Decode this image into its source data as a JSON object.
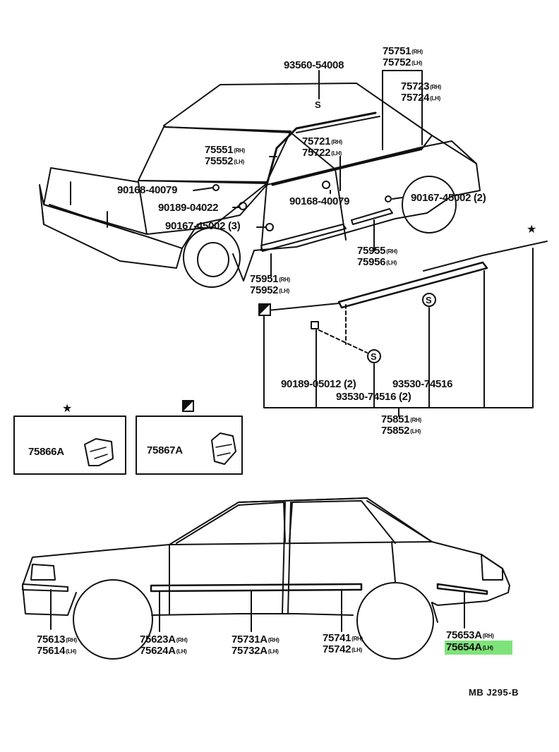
{
  "labels": {
    "l_9356054008": "93560-54008",
    "l_75751": "75751",
    "l_75752": "75752",
    "l_75723": "75723",
    "l_75724": "75724",
    "l_75551": "75551",
    "l_75552": "75552",
    "l_75721": "75721",
    "l_75722": "75722",
    "l_9016840079a": "90168-40079",
    "l_9018904022": "90189-04022",
    "l_9016845002a": "90167-45002 (3)",
    "l_9016840079b": "90168-40079",
    "l_9016745002b": "90167-45002 (2)",
    "l_75955": "75955",
    "l_75956": "75956",
    "l_75951": "75951",
    "l_75952": "75952",
    "l_9018905012": "90189-05012 (2)",
    "l_9353074516a": "93530-74516",
    "l_9353074516b": "93530-74516 (2)",
    "l_75851": "75851",
    "l_75852": "75852",
    "l_75866A": "75866A",
    "l_75867A": "75867A",
    "l_75613": "75613",
    "l_75614": "75614",
    "l_75623A": "75623A",
    "l_75624A": "75624A",
    "l_75731A": "75731A",
    "l_75732A": "75732A",
    "l_75741": "75741",
    "l_75742": "75742",
    "l_75653A": "75653A",
    "l_75654A": "75654A"
  },
  "suffix": {
    "rh": "(RH)",
    "lh": "(LH)"
  },
  "symbols": {
    "star": "★",
    "s": "S"
  },
  "ref_code": "MB J295-B",
  "colors": {
    "line": "#111111",
    "highlight": "#7ee37a"
  }
}
